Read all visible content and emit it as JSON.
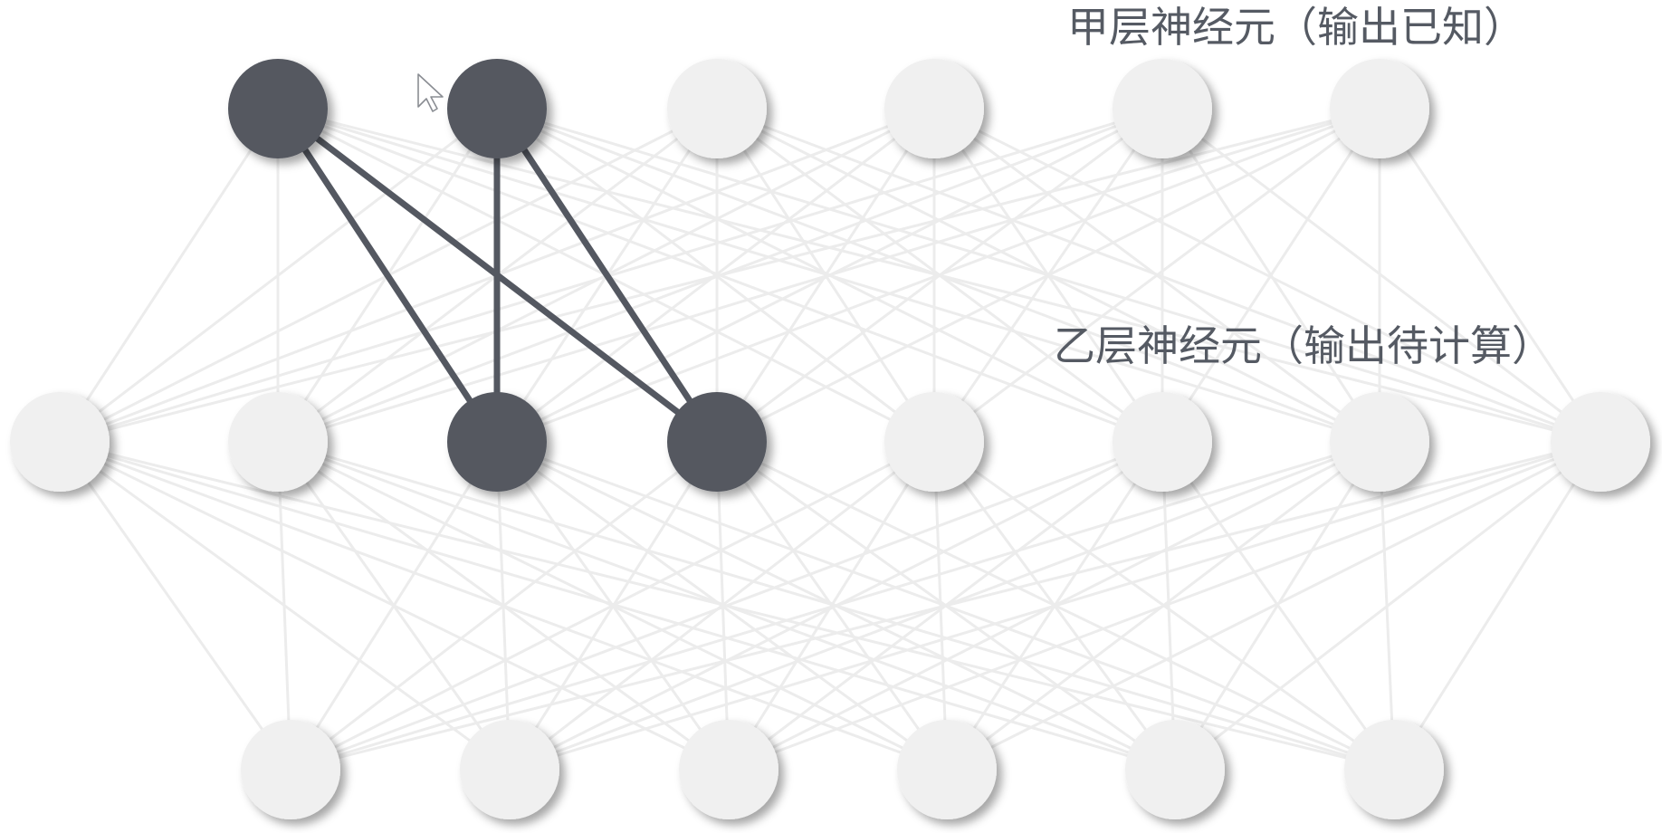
{
  "labels": {
    "layer_a": "甲层神经元（输出已知）",
    "layer_b": "乙层神经元（输出待计算）"
  },
  "colors": {
    "node_fill": "#f0f0f0",
    "node_active_fill": "#545861",
    "edge_faint": "#ececec",
    "edge_active": "#545861",
    "label_text": "#555a63"
  },
  "layers": {
    "layer_a": {
      "count": 6,
      "active": [
        0,
        1
      ]
    },
    "layer_b": {
      "count": 8,
      "active": [
        2,
        3
      ]
    },
    "layer_c": {
      "count": 6,
      "active": []
    }
  },
  "active_edges": [
    {
      "from": 0,
      "to": 2
    },
    {
      "from": 0,
      "to": 3
    },
    {
      "from": 1,
      "to": 2
    },
    {
      "from": 1,
      "to": 3
    }
  ],
  "icons": {
    "cursor": "mouse-pointer-icon"
  }
}
